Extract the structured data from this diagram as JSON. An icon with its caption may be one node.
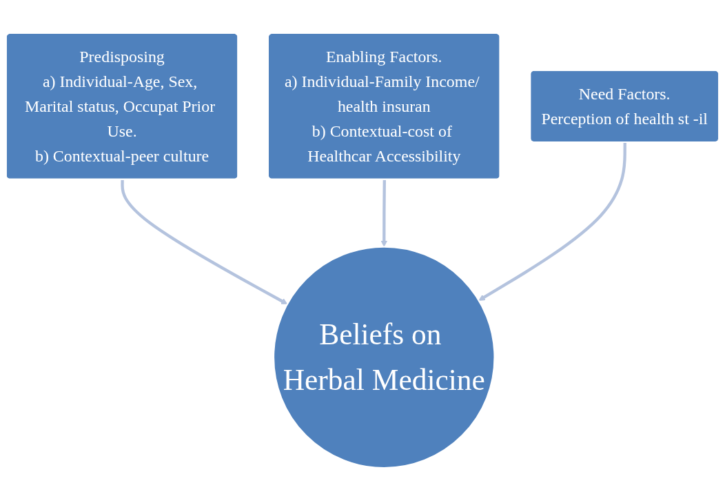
{
  "diagram": {
    "nodes": [
      {
        "text": [
          "Predisposing",
          "a) Individual-Age, Sex, Marital status, Occupat Prior Use.",
          "b) Contextual-peer culture"
        ]
      },
      {
        "text": [
          "Enabling Factors.",
          "a) Individual-Family Income/ health insuran",
          "b) Contextual-cost of Healthcar Accessibility"
        ]
      },
      {
        "text": [
          "Need Factors.",
          "Perception of health st -il"
        ]
      },
      {
        "text": [
          "Beliefs on Herbal Medicine"
        ]
      }
    ],
    "edges": [
      {
        "from": 0,
        "to": 3,
        "arrow": "to"
      },
      {
        "from": 1,
        "to": 3,
        "arrow": "to"
      },
      {
        "from": 2,
        "to": 3,
        "arrow": "to"
      }
    ]
  }
}
